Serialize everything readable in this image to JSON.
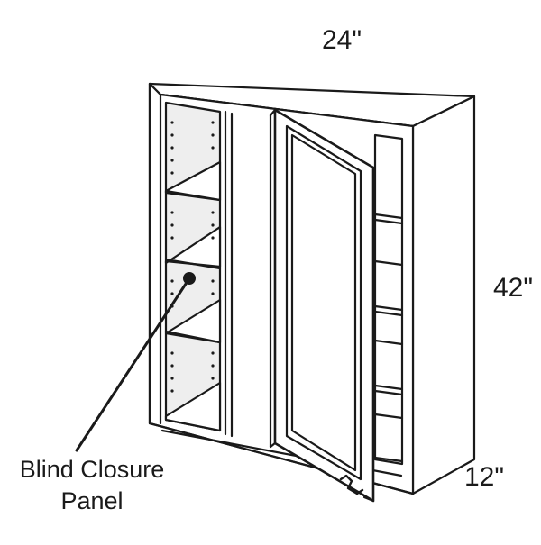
{
  "dimensions": {
    "width": "24\"",
    "height": "42\"",
    "depth": "12\""
  },
  "callout": {
    "line1": "Blind Closure",
    "line2": "Panel"
  },
  "colors": {
    "stroke": "#1a1a1a",
    "fill": "#ffffff",
    "shade": "#eeeeee"
  }
}
